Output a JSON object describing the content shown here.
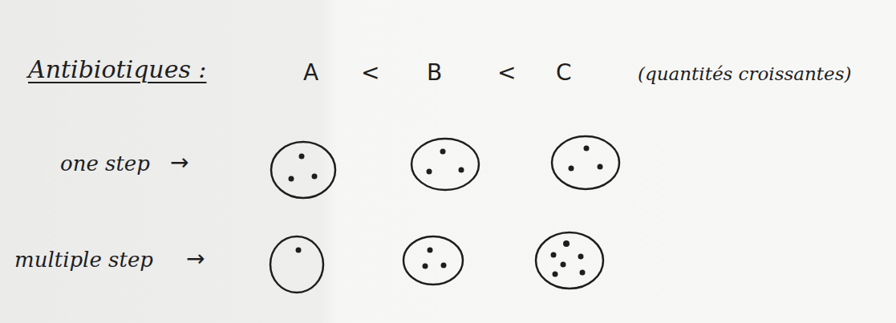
{
  "diagram": {
    "labels": [
      "Antibiotiques :",
      "A",
      "<",
      "B",
      "<",
      "C",
      "(quantités croissantes)",
      "one step",
      "→",
      "multiple step",
      "→"
    ]
  }
}
